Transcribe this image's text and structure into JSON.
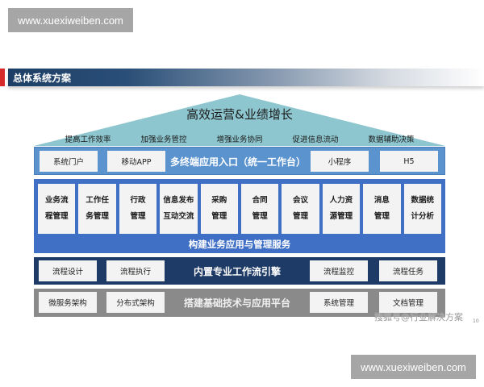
{
  "watermarks": {
    "top": "www.xuexiweiben.com",
    "bottom": "www.xuexiweiben.com",
    "source": "搜狐号@行业解决方案"
  },
  "page": {
    "section_title": "总体系统方案",
    "page_number": "10"
  },
  "roof": {
    "title": "高效运营&业绩增长",
    "goals": [
      "提高工作效率",
      "加强业务管控",
      "增强业务协同",
      "促进信息流动",
      "数据辅助决策"
    ]
  },
  "layers": {
    "entry": {
      "label": "多终端应用入口（统一工作台）",
      "items": [
        "系统门户",
        "移动APP",
        "小程序",
        "H5"
      ]
    },
    "business": {
      "label": "构建业务应用与管理服务",
      "items": [
        "业务流\n程管理",
        "工作任\n务管理",
        "行政\n管理",
        "信息发布\n互动交流",
        "采购\n管理",
        "合同\n管理",
        "会议\n管理",
        "人力资\n源管理",
        "消息\n管理",
        "数据统\n计分析"
      ]
    },
    "workflow": {
      "label": "内置专业工作流引擎",
      "items": [
        "流程设计",
        "流程执行",
        "流程监控",
        "流程任务"
      ]
    },
    "platform": {
      "label": "搭建基础技术与应用平台",
      "items": [
        "微服务架构",
        "分布式架构",
        "系统管理",
        "文档管理"
      ]
    }
  },
  "colors": {
    "roof": "#8ec6cf",
    "entry_layer": "#5b93cf",
    "business_layer": "#3f70c6",
    "workflow_layer": "#1e3a66",
    "platform_layer": "#8a8a8a",
    "title_bar": "#1c3e66",
    "accent_red": "#d62a2a"
  }
}
